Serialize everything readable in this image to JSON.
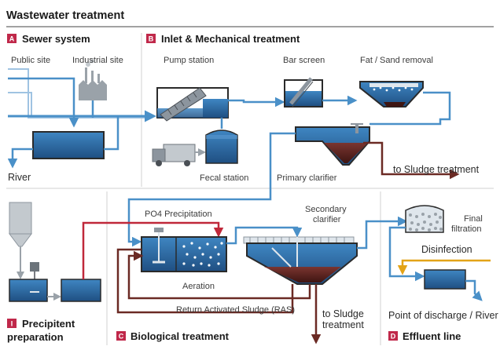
{
  "title": "Wastewater treatment",
  "sections": {
    "a": {
      "badge": "A",
      "title": "Sewer system"
    },
    "b": {
      "badge": "B",
      "title": "Inlet & Mechanical treatment"
    },
    "c": {
      "badge": "C",
      "title": "Biological treatment"
    },
    "d": {
      "badge": "D",
      "title": "Effluent line"
    },
    "i": {
      "badge": "I",
      "title_line1": "Precipitent",
      "title_line2": "preparation"
    }
  },
  "labels": {
    "public_site": "Public site",
    "industrial_site": "Industrial site",
    "river": "River",
    "pump_station": "Pump station",
    "bar_screen": "Bar screen",
    "fat_sand_removal": "Fat / Sand removal",
    "fecal_station": "Fecal station",
    "primary_clarifier": "Primary clarifier",
    "to_sludge_treatment": "to Sludge treatment",
    "po4_precipitation": "PO4 Precipitation",
    "aeration": "Aeration",
    "secondary_clarifier_line1": "Secondary",
    "secondary_clarifier_line2": "clarifier",
    "ras": "Return Activated Sludge (RAS)",
    "to_sludge_line1": "to Sludge",
    "to_sludge_line2": "treatment",
    "final_filtration_line1": "Final",
    "final_filtration_line2": "filtration",
    "disinfection": "Disinfection",
    "point_of_discharge": "Point of discharge / River"
  },
  "colors": {
    "badge": "#c0284a",
    "water": "#4a90c8",
    "water_dark": "#2a5d8e",
    "sludge": "#6b2a24",
    "precipitant": "#c0283a",
    "disinfectant": "#e3a317",
    "equipment": "#8c959e"
  }
}
